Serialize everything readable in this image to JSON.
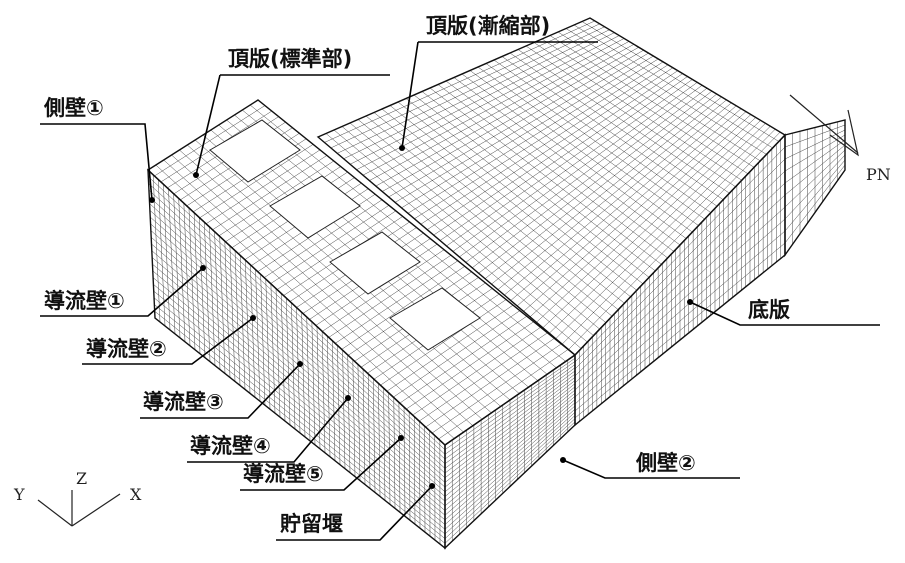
{
  "labels": {
    "top_slab_standard": "頂版(標準部)",
    "top_slab_tapered": "頂版(漸縮部)",
    "side_wall_1": "側壁①",
    "side_wall_2": "側壁②",
    "bottom_slab": "底版",
    "guide_wall_1": "導流壁①",
    "guide_wall_2": "導流壁②",
    "guide_wall_3": "導流壁③",
    "guide_wall_4": "導流壁④",
    "guide_wall_5": "導流壁⑤",
    "storage_weir": "貯留堰"
  },
  "north_arrow": {
    "label": "PN"
  },
  "axes": {
    "x": "X",
    "y": "Y",
    "z": "Z"
  }
}
